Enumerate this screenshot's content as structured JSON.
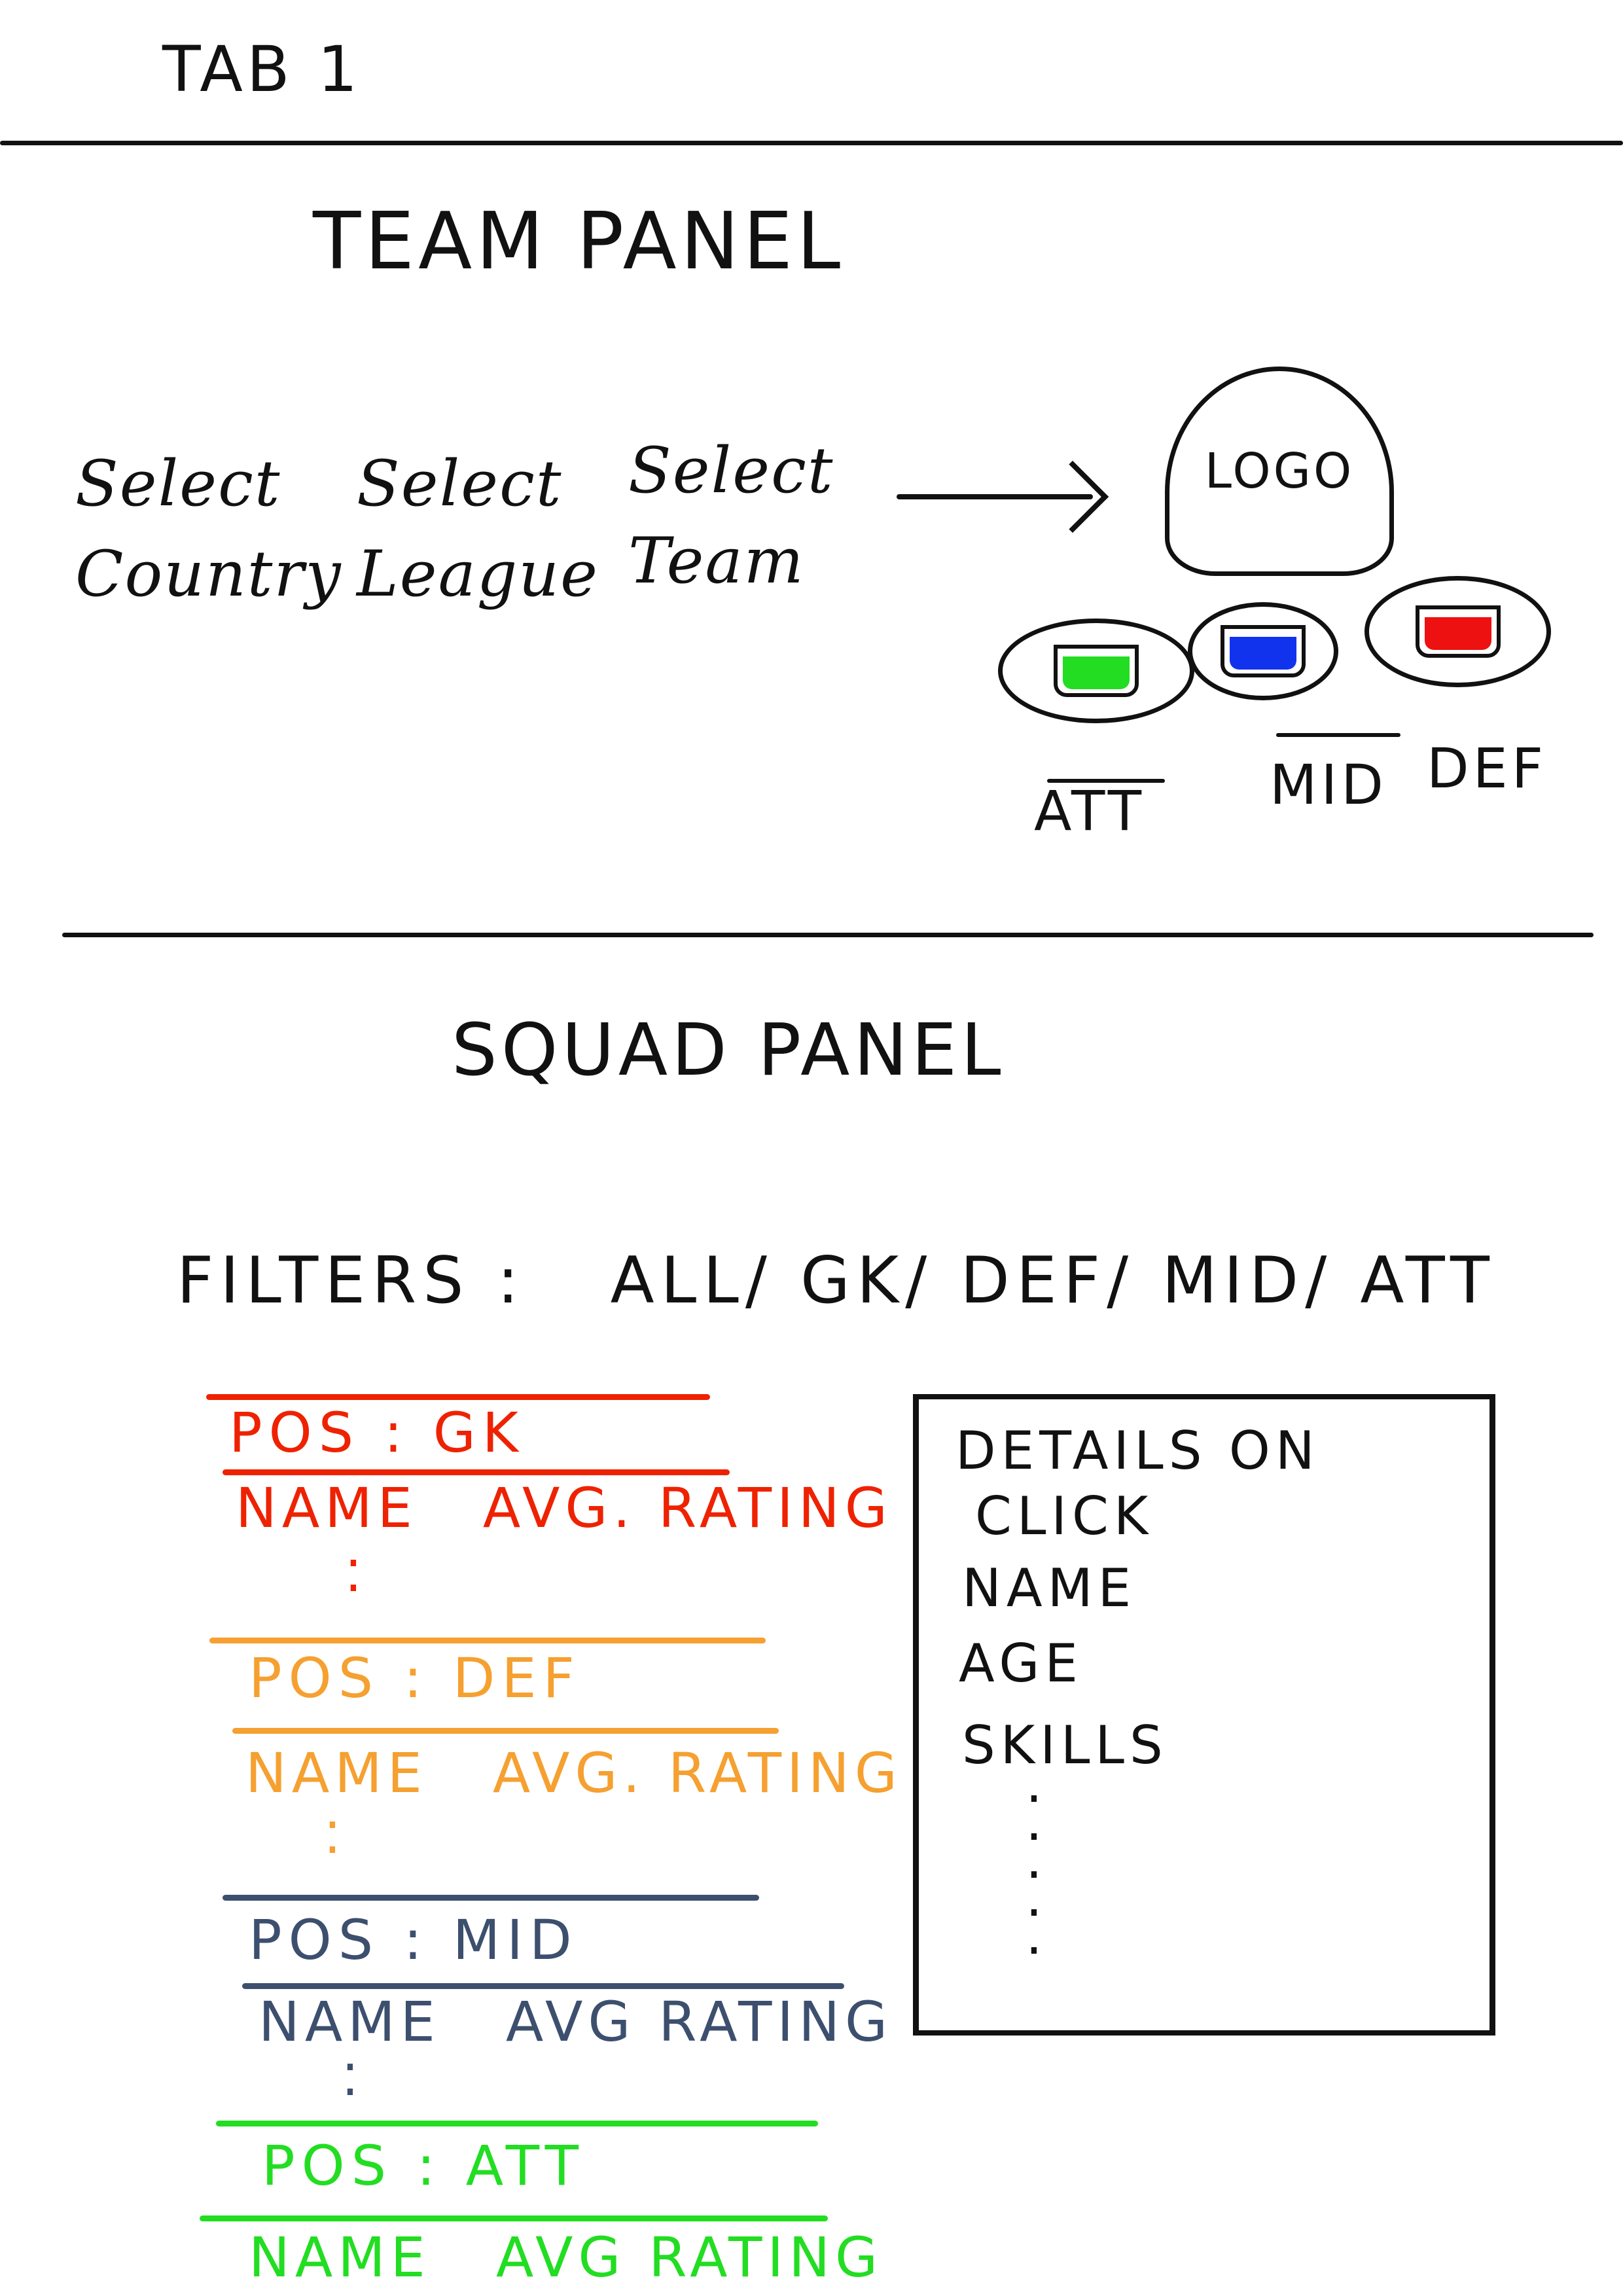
{
  "tab": {
    "label": "TAB 1"
  },
  "team_panel": {
    "title": "TEAM PANEL",
    "selectors": [
      {
        "line1": "Select",
        "line2": "Country"
      },
      {
        "line1": "Select",
        "line2": "League"
      },
      {
        "line1": "Select",
        "line2": "Team"
      }
    ],
    "logo": "LOGO",
    "ratings": [
      {
        "label": "ATT",
        "color": "#22dd22"
      },
      {
        "label": "MID",
        "color": "#1133ee"
      },
      {
        "label": "DEF",
        "color": "#ee1111"
      }
    ]
  },
  "squad_panel": {
    "title": "SQUAD PANEL",
    "filters_label": "FILTERS :",
    "filters_options": "ALL/ GK/ DEF/ MID/ ATT",
    "groups": [
      {
        "pos": "POS : GK",
        "name_col": "NAME",
        "rating_col": "AVG. RATING",
        "color": "#ee2200"
      },
      {
        "pos": "POS : DEF",
        "name_col": "NAME",
        "rating_col": "AVG. RATING",
        "color": "#f5a030"
      },
      {
        "pos": "POS : MID",
        "name_col": "NAME",
        "rating_col": "AVG RATING",
        "color": "#3d4f6e"
      },
      {
        "pos": "POS : ATT",
        "name_col": "NAME",
        "rating_col": "AVG RATING",
        "color": "#22dd22"
      }
    ],
    "details": {
      "heading_line1": "DETAILS ON",
      "heading_line2": "CLICK",
      "fields": [
        "NAME",
        "AGE",
        "SKILLS"
      ]
    }
  }
}
